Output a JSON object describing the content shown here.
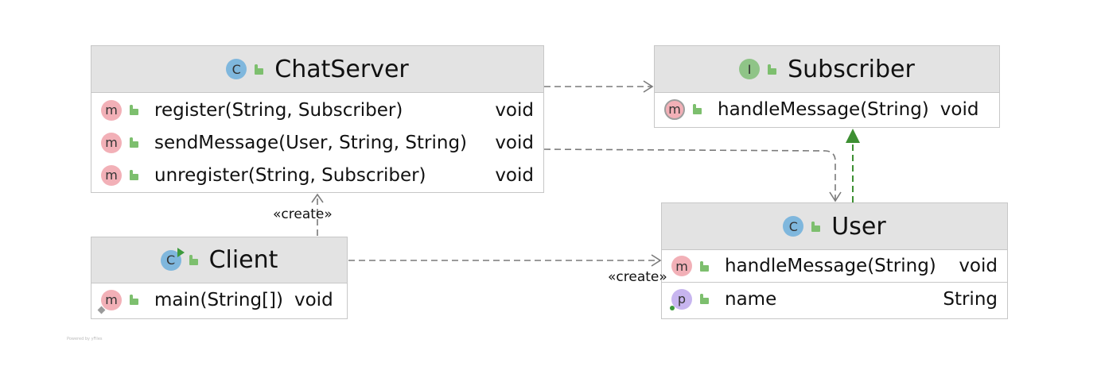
{
  "classes": {
    "chatserver": {
      "name": "ChatServer",
      "kind_icon": "class-icon",
      "kind_letter": "C",
      "members": [
        {
          "icon": "method-icon",
          "letter": "m",
          "signature": "register(String, Subscriber)",
          "type": "void"
        },
        {
          "icon": "method-icon",
          "letter": "m",
          "signature": "sendMessage(User, String, String)",
          "type": "void"
        },
        {
          "icon": "method-icon",
          "letter": "m",
          "signature": "unregister(String, Subscriber)",
          "type": "void"
        }
      ]
    },
    "subscriber": {
      "name": "Subscriber",
      "kind_icon": "interface-icon",
      "kind_letter": "I",
      "members": [
        {
          "icon": "abstract-method-icon",
          "letter": "m",
          "signature": "handleMessage(String)",
          "type": "void"
        }
      ]
    },
    "client": {
      "name": "Client",
      "kind_icon": "runnable-class-icon",
      "kind_letter": "C",
      "members": [
        {
          "icon": "static-method-icon",
          "letter": "m",
          "signature": "main(String[])",
          "type": "void"
        }
      ]
    },
    "user": {
      "name": "User",
      "kind_icon": "class-icon",
      "kind_letter": "C",
      "members": [
        {
          "icon": "method-icon",
          "letter": "m",
          "signature": "handleMessage(String)",
          "type": "void"
        },
        {
          "icon": "property-icon",
          "letter": "p",
          "signature": "name",
          "type": "String"
        }
      ]
    }
  },
  "edges": {
    "client_chatserver_label": "«create»",
    "client_user_label": "«create»"
  },
  "footer": {
    "powered": "Powered by yFiles"
  },
  "colors": {
    "header_bg": "#e3e3e3",
    "border": "#c7c7c7",
    "class_badge": "#7fb7dd",
    "interface_badge": "#8fc487",
    "method_badge": "#f2b0b7",
    "property_badge": "#c7b5ef",
    "realization_arrow": "#3d8f32",
    "dependency_arrow": "#7a7a7a"
  }
}
